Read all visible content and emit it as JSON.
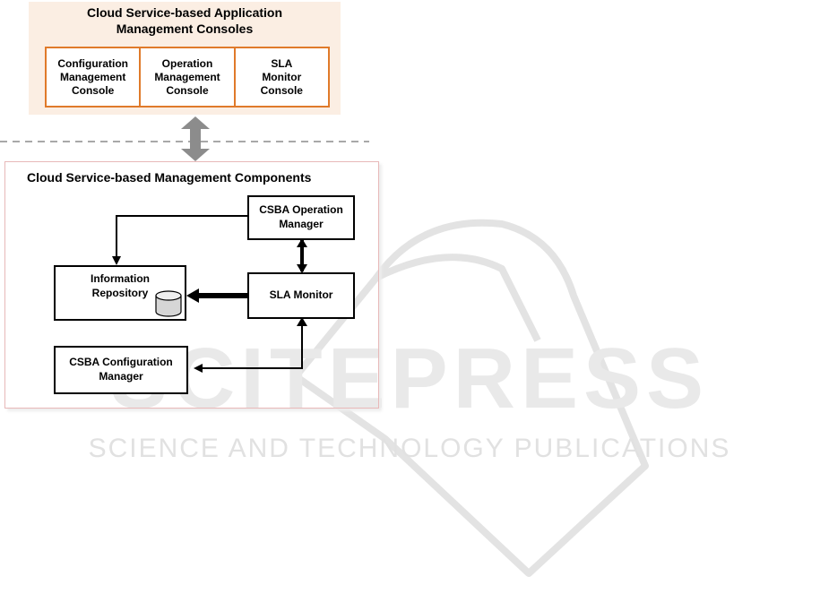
{
  "consoles": {
    "title": "Cloud Service-based Application\nManagement Consoles",
    "items": [
      "Configuration\nManagement\nConsole",
      "Operation\nManagement\nConsole",
      "SLA\nMonitor\nConsole"
    ]
  },
  "components": {
    "title": "Cloud Service-based Management Components",
    "operation_manager": "CSBA Operation\nManager",
    "sla_monitor": "SLA Monitor",
    "information_repository": "Information\nRepository",
    "configuration_manager": "CSBA Configuration\nManager"
  },
  "watermark": {
    "brand": "SCITEPRESS",
    "tagline": "SCIENCE AND TECHNOLOGY PUBLICATIONS"
  },
  "colors": {
    "console_border": "#e07a2a",
    "console_bg": "#fbeee3",
    "panel_border": "#e8b8b8",
    "connector_arrow": "#8c8c8c",
    "dashed_line": "#8c8c8c",
    "watermark": "#e6e6e6"
  }
}
